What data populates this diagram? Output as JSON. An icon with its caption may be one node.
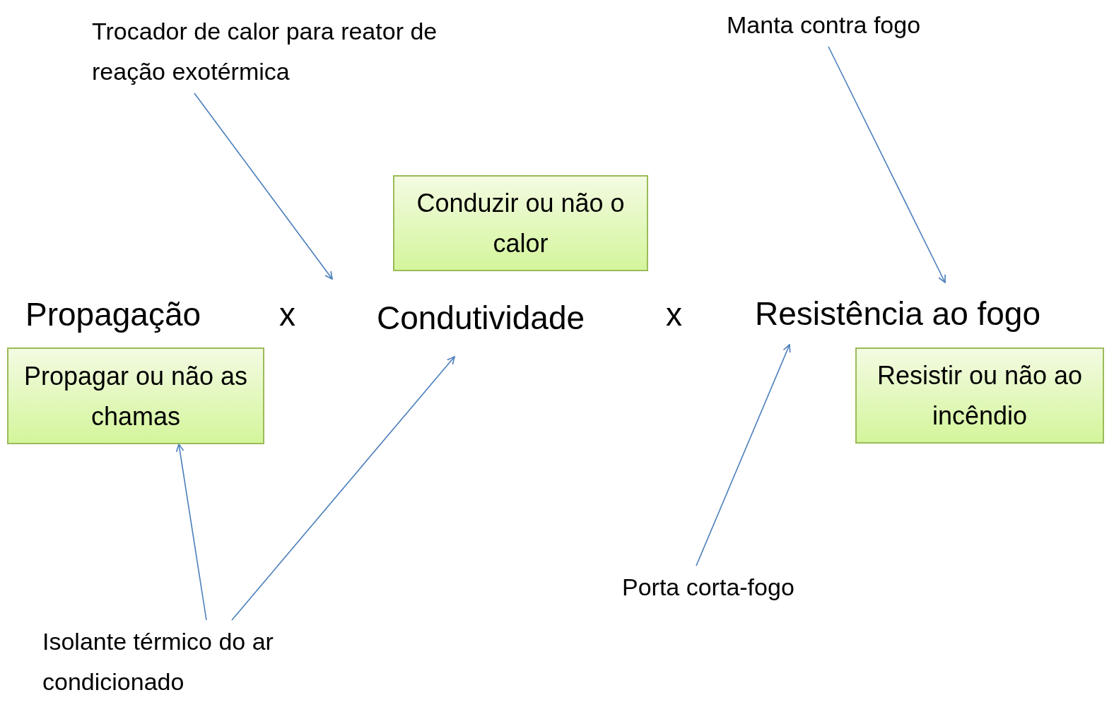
{
  "diagram": {
    "nodes": [
      {
        "text": [
          "Trocador de calor para reator de reação exotérmica"
        ]
      },
      {
        "text": [
          "Manta contra fogo"
        ]
      },
      {
        "text": [
          "Propagação"
        ]
      },
      {
        "text": [
          "Condutividade"
        ]
      },
      {
        "text": [
          "Resistência ao fogo"
        ]
      },
      {
        "text": [
          "Conduzir ou não o calor"
        ]
      },
      {
        "text": [
          "Propagar ou não as chamas"
        ]
      },
      {
        "text": [
          "Resistir ou não ao incêndio"
        ]
      },
      {
        "text": [
          "Porta corta-fogo"
        ]
      },
      {
        "text": [
          "Isolante térmico do ar condicionado"
        ]
      }
    ],
    "edges": [
      {
        "from": 0,
        "to": 3,
        "arrow": "to"
      },
      {
        "from": 1,
        "to": 4,
        "arrow": "to"
      },
      {
        "from": 9,
        "to": 6,
        "arrow": "to"
      },
      {
        "from": 9,
        "to": 3,
        "arrow": "to"
      },
      {
        "from": 8,
        "to": 4,
        "arrow": "to"
      }
    ],
    "labels": [
      "x",
      "x"
    ]
  }
}
